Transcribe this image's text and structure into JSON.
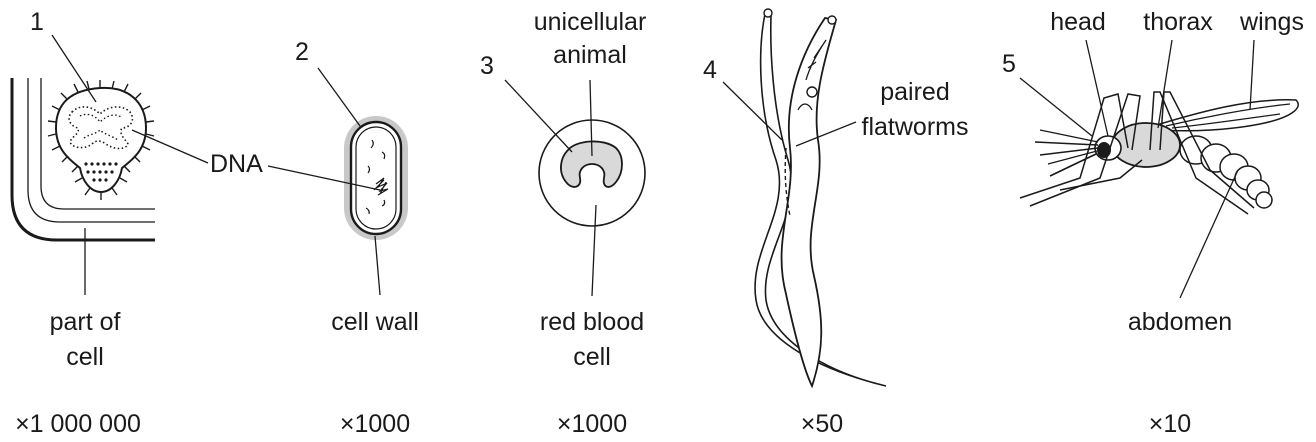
{
  "panels": [
    {
      "number": "1",
      "labels": {
        "dna": "DNA",
        "cell_line1": "part of",
        "cell_line2": "cell"
      },
      "magnification": "×1 000 000"
    },
    {
      "number": "2",
      "labels": {
        "wall": "cell wall"
      },
      "magnification": "×1000"
    },
    {
      "number": "3",
      "labels": {
        "animal_line1": "unicellular",
        "animal_line2": "animal",
        "rbc_line1": "red blood",
        "rbc_line2": "cell"
      },
      "magnification": "×1000"
    },
    {
      "number": "4",
      "labels": {
        "worms_line1": "paired",
        "worms_line2": "flatworms"
      },
      "magnification": "×50"
    },
    {
      "number": "5",
      "labels": {
        "head": "head",
        "thorax": "thorax",
        "wings": "wings",
        "abdomen": "abdomen"
      },
      "magnification": "×10"
    }
  ]
}
